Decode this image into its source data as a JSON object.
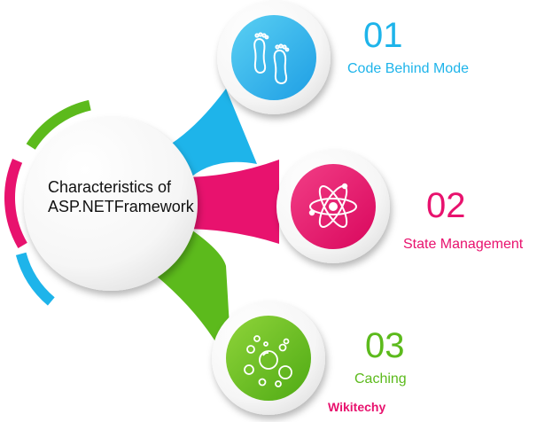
{
  "title_line1": "Characteristics of",
  "title_line2": "ASP.NETFramework",
  "items": [
    {
      "number": "01",
      "label": "Code Behind Mode",
      "color": "#1eb4ea",
      "gradient": [
        "#5ad0f3",
        "#1e9ee4"
      ],
      "icon": "footprints-icon"
    },
    {
      "number": "02",
      "label": "State Management",
      "color": "#e8126e",
      "gradient": [
        "#f23e86",
        "#d9075d"
      ],
      "icon": "atom-icon"
    },
    {
      "number": "03",
      "label": "Caching",
      "color": "#5cba1c",
      "gradient": [
        "#8fd43a",
        "#4faa14"
      ],
      "icon": "bubbles-icon"
    }
  ],
  "brand": {
    "text": "Wikitechy",
    "color": "#e8126e"
  }
}
